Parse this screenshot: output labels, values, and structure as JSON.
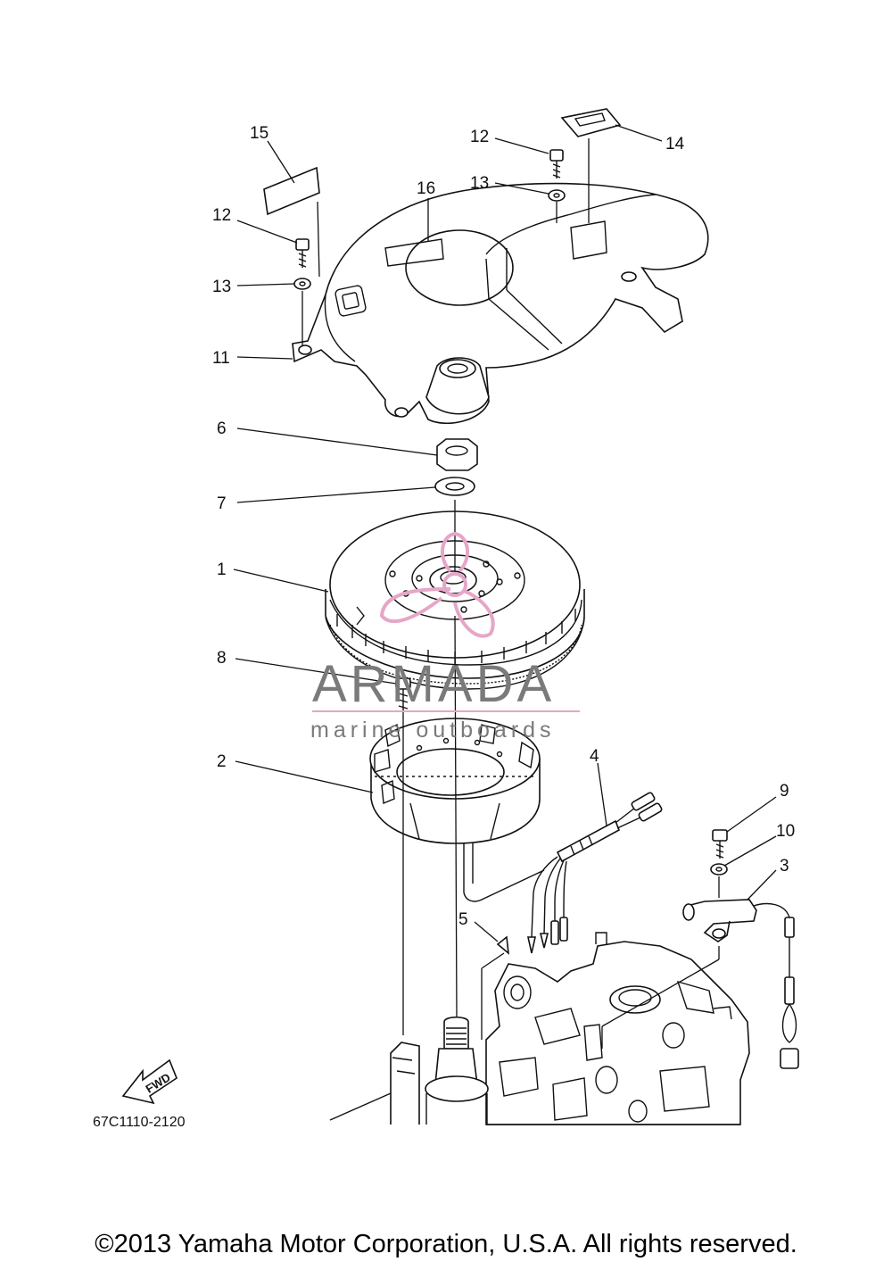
{
  "diagram": {
    "callouts": [
      "15",
      "12",
      "13",
      "16",
      "12",
      "13",
      "14",
      "11",
      "6",
      "7",
      "1",
      "8",
      "2",
      "4",
      "9",
      "10",
      "3",
      "5"
    ],
    "part_code": "67C1110-2120",
    "fwd_label": "FWD",
    "watermark": {
      "title": "ARMADA",
      "subtitle": "marine outboards",
      "logo_color": "#e6a6c7"
    }
  },
  "footer": {
    "copyright": "©2013 Yamaha Motor Corporation, U.S.A. All rights reserved."
  }
}
